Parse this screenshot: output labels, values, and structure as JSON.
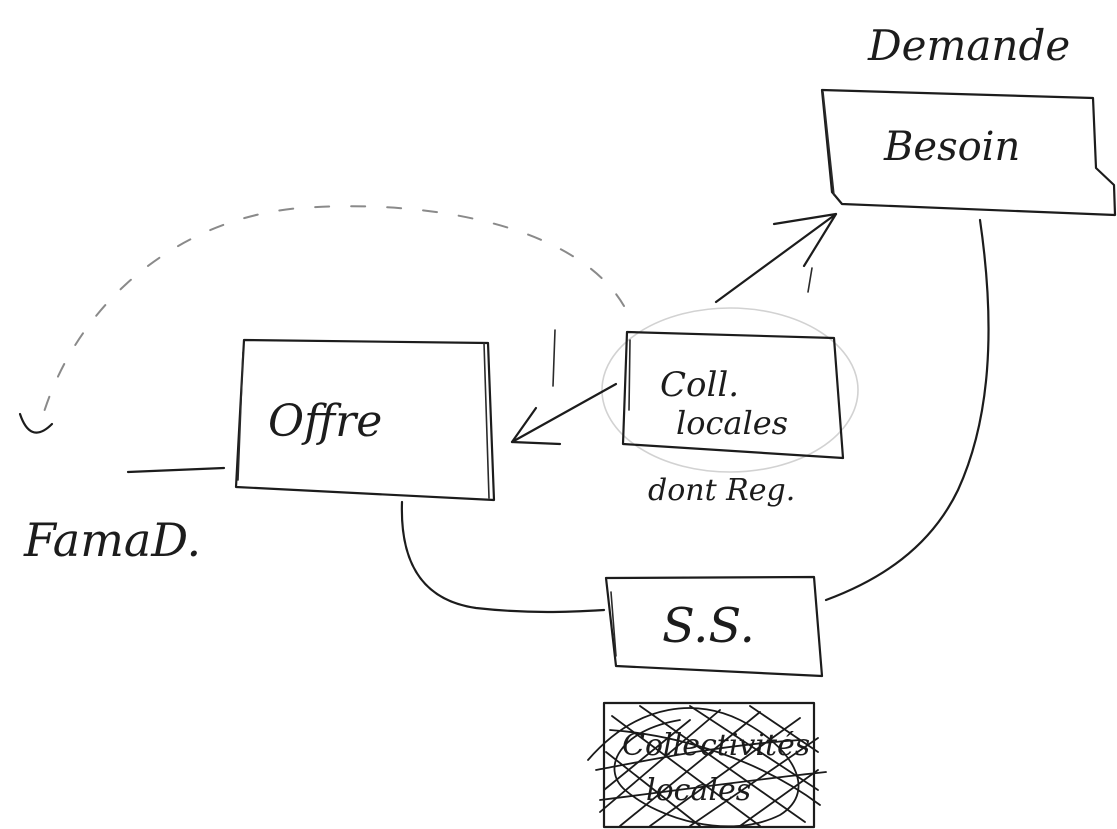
{
  "diagram": {
    "labels": {
      "demande": "Demande",
      "besoin": "Besoin",
      "offre": "Offre",
      "coll_locales": [
        "Coll.",
        "locales"
      ],
      "dont_reg": "dont Reg.",
      "ss": "S.S.",
      "famille": "FamaD.",
      "crossed_box_text": [
        "Collectivités",
        "locales"
      ]
    },
    "colors": {
      "ink": "#1c1c1c",
      "dashed": "#8a8a8a",
      "paper": "#ffffff"
    }
  }
}
